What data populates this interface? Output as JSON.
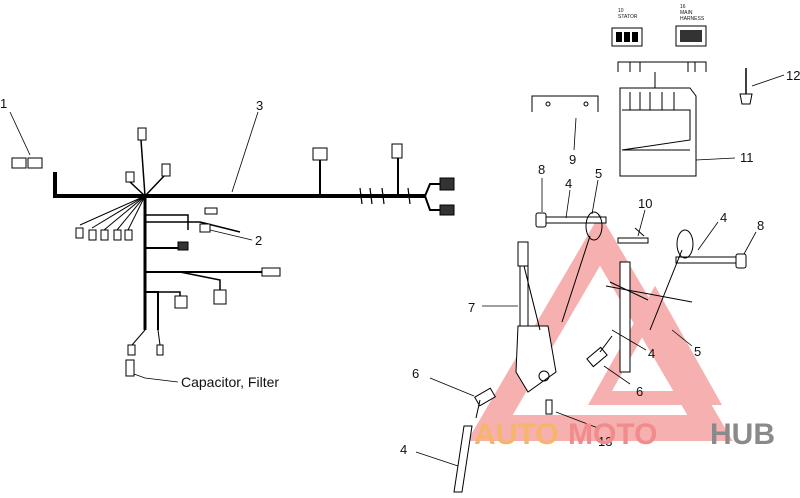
{
  "callouts": {
    "c1": "1",
    "c2": "2",
    "c3": "3",
    "c4a": "4",
    "c4b": "4",
    "c4c": "4",
    "c4d": "4",
    "c5a": "5",
    "c5b": "5",
    "c6a": "6",
    "c6b": "6",
    "c7": "7",
    "c8a": "8",
    "c8b": "8",
    "c9": "9",
    "c10": "10",
    "c11": "11",
    "c12": "12",
    "c13": "13"
  },
  "capacitor_label": "Capacitor, Filter",
  "connector_labels": {
    "stator": "10\nSTATOR",
    "main_harness": "16\nMAIN\nHARNESS"
  },
  "watermark": {
    "text_a": "AUTO",
    "text_b": "MOTO",
    "text_c": "HUB",
    "colors": {
      "orange": "#f5b56a",
      "gray": "#8a8a8a",
      "red": "#f08c8c"
    }
  }
}
